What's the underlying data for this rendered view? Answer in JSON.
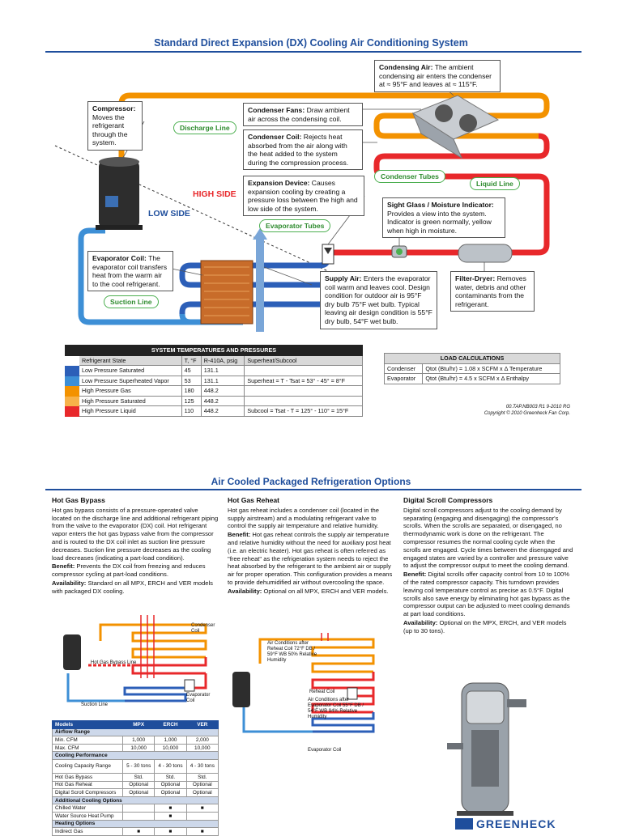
{
  "header": {
    "title": "Standard Direct Expansion (DX) Cooling Air Conditioning System"
  },
  "callouts": {
    "condensing_air": {
      "head": "Condensing Air:",
      "body": " The ambient condensing air enters the condenser at ≈ 95°F and leaves at ≈ 115°F."
    },
    "compressor": {
      "head": "Compressor:",
      "body": " Moves the refrigerant through the system."
    },
    "condenser_fans": {
      "head": "Condenser Fans:",
      "body": " Draw ambient air across the condensing coil."
    },
    "condenser_coil": {
      "head": "Condenser Coil:",
      "body": " Rejects heat absorbed from the air along with the heat added to the system during the compression process."
    },
    "expansion_device": {
      "head": "Expansion Device:",
      "body": " Causes expansion cooling by creating a pressure loss between the high and low side of the system."
    },
    "sight_glass": {
      "head": "Sight Glass / Moisture Indicator:",
      "body": " Provides a view into the system. Indicator is green normally, yellow when high in moisture."
    },
    "evaporator_coil": {
      "head": "Evaporator Coil:",
      "body": " The evaporator coil transfers heat from the warm air to the cool refrigerant."
    },
    "supply_air": {
      "head": "Supply Air:",
      "body": " Enters the evaporator coil warm and leaves cool. Design condition for outdoor air is 95°F dry bulb 75°F wet bulb. Typical leaving air design condition is 55°F dry bulb, 54°F wet bulb."
    },
    "filter_dryer": {
      "head": "Filter-Dryer:",
      "body": " Removes water, debris and other contaminants from the refrigerant."
    }
  },
  "pills": {
    "discharge_line": "Discharge Line",
    "condenser_tubes": "Condenser Tubes",
    "liquid_line": "Liquid Line",
    "evaporator_tubes": "Evaporator Tubes",
    "suction_line": "Suction Line"
  },
  "sides": {
    "high": "HIGH SIDE",
    "low": "LOW SIDE"
  },
  "colors": {
    "brand_blue": "#1f4e9c",
    "high_red": "#e8282b",
    "orange": "#f39200",
    "light_orange": "#f7b24a",
    "blue": "#2c5fb8",
    "light_blue": "#3d8fd6",
    "green": "#4caf50"
  },
  "sys_table": {
    "title": "SYSTEM TEMPERATURES AND PRESSURES",
    "headers": [
      "Refrigerant State",
      "T, °F",
      "R-410A, psig",
      "Superheat/Subcool"
    ],
    "rows": [
      {
        "state": "Low Pressure Saturated",
        "t": "45",
        "p": "131.1",
        "s": ""
      },
      {
        "state": "Low Pressure Superheated Vapor",
        "t": "53",
        "p": "131.1",
        "s": "Superheat = T - Tsat = 53° - 45° = 8°F"
      },
      {
        "state": "High Pressure Gas",
        "t": "180",
        "p": "448.2",
        "s": ""
      },
      {
        "state": "High Pressure Saturated",
        "t": "125",
        "p": "448.2",
        "s": ""
      },
      {
        "state": "High Pressure Liquid",
        "t": "110",
        "p": "448.2",
        "s": "Subcool = Tsat - T = 125° - 110° = 15°F"
      }
    ]
  },
  "load_table": {
    "title": "LOAD CALCULATIONS",
    "rows": [
      {
        "label": "Condenser",
        "formula": "Qtot (Btu/hr) = 1.08 x SCFM x Δ Temperature"
      },
      {
        "label": "Evaporator",
        "formula": "Qtot (Btu/hr) = 4.5 x SCFM x Δ Enthalpy"
      }
    ]
  },
  "footnote": {
    "code": "00.TAP.NB003 R1 9-2010 RG",
    "copyright": "Copyright © 2010 Greenheck Fan Corp."
  },
  "section2": {
    "title": "Air Cooled Packaged Refrigeration Options"
  },
  "columns": {
    "hgb": {
      "title": "Hot Gas Bypass",
      "body": "Hot gas bypass consists of a pressure-operated valve located on the discharge line and additional refrigerant piping from the valve to the evaporator (DX) coil. Hot refrigerant vapor enters the hot gas bypass valve from the compressor and is routed to the DX coil inlet as suction line pressure decreases. Suction line pressure decreases as the cooling load decreases (indicating a part-load condition).",
      "benefit_label": "Benefit:",
      "benefit": " Prevents the DX coil from freezing and reduces compressor cycling at part-load conditions.",
      "avail_label": "Availability:",
      "avail": " Standard on all MPX, ERCH and VER models with packaged DX cooling."
    },
    "hgr": {
      "title": "Hot Gas Reheat",
      "body": "Hot gas reheat includes a condenser coil (located in the supply airstream) and a modulating refrigerant valve to control the supply air temperature and relative humidity.",
      "benefit_label": "Benefit:",
      "benefit": " Hot gas reheat controls the supply air temperature and relative humidity without the need for auxiliary post heat (i.e. an electric heater). Hot gas reheat is often referred as \"free reheat\" as the refrigeration system needs to reject the heat absorbed by the refrigerant to the ambient air or supply air for proper operation. This configuration provides a means to provide dehumidified air without overcooling the space.",
      "avail_label": "Availability:",
      "avail": " Optional on all MPX, ERCH and VER models."
    },
    "dsc": {
      "title": "Digital Scroll Compressors",
      "body": "Digital scroll compressors adjust to the cooling demand by separating (engaging and disengaging) the compressor's scrolls. When the scrolls are separated, or disengaged, no thermodynamic work is done on the refrigerant. The compressor resumes the normal cooling cycle when the scrolls are engaged. Cycle times between the disengaged and engaged states are varied by a controller and pressure valve to adjust the compressor output to meet the cooling demand.",
      "benefit_label": "Benefit:",
      "benefit": " Digital scrolls offer capacity control from 10 to 100% of the rated compressor capacity. This turndown provides leaving coil temperature control as precise as 0.5°F. Digital scrolls also save energy by eliminating hot gas bypass as the compressor output can be adjusted to meet cooling demands at part load conditions.",
      "avail_label": "Availability:",
      "avail": " Optional on the MPX, ERCH, and VER models (up to 30 tons)."
    }
  },
  "diagram_labels": {
    "condenser_coil": "Condenser Coil",
    "hot_gas_bypass_line": "Hot Gas Bypass Line",
    "evaporator_coil": "Evaporator Coil",
    "suction_line": "Suction Line",
    "after_reheat": "Air Conditions after Reheat Coil 72°F DB / 59°F WB 50% Relative Humidity",
    "reheat_coil": "Reheat Coil",
    "after_evap": "Air Conditions after Evaporator Coil 55°F DB / 54°F WB 94% Relative Humidity",
    "evaporator_coil2": "Evaporator Coil"
  },
  "models_table": {
    "headers": [
      "Models",
      "MPX",
      "ERCH",
      "VER"
    ],
    "rows": [
      {
        "type": "group",
        "label": "Airflow Range"
      },
      {
        "type": "row",
        "label": "Min. CFM",
        "v": [
          "1,000",
          "1,000",
          "2,000"
        ]
      },
      {
        "type": "row",
        "label": "Max. CFM",
        "v": [
          "10,000",
          "10,000",
          "10,000"
        ]
      },
      {
        "type": "group",
        "label": "Cooling Performance"
      },
      {
        "type": "row2",
        "label": "Cooling Capacity Range",
        "v": [
          "5 - 30 tons",
          "4 - 30 tons",
          "4 - 30 tons"
        ]
      },
      {
        "type": "row",
        "label": "Hot Gas Bypass",
        "v": [
          "Std.",
          "Std.",
          "Std."
        ]
      },
      {
        "type": "row",
        "label": "Hot Gas Reheat",
        "v": [
          "Optional",
          "Optional",
          "Optional"
        ]
      },
      {
        "type": "row",
        "label": "Digital Scroll Compressors",
        "v": [
          "Optional",
          "Optional",
          "Optional"
        ]
      },
      {
        "type": "group",
        "label": "Additional Cooling Options"
      },
      {
        "type": "row",
        "label": "Chilled Water",
        "v": [
          "",
          "■",
          "■"
        ]
      },
      {
        "type": "row",
        "label": "Water Source Heat Pump",
        "v": [
          "",
          "■",
          ""
        ]
      },
      {
        "type": "group",
        "label": "Heating Options"
      },
      {
        "type": "row",
        "label": "Indirect Gas",
        "v": [
          "■",
          "■",
          "■"
        ]
      }
    ]
  },
  "logo": {
    "text": "GREENHECK"
  }
}
